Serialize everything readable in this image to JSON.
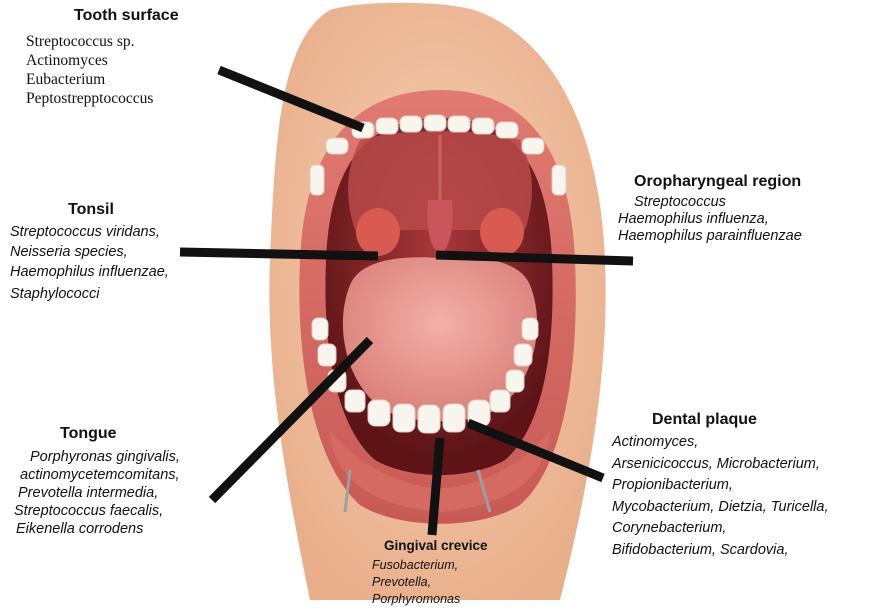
{
  "labels": {
    "tooth_surface": {
      "title": "Tooth surface",
      "items": [
        "Streptococcus sp.",
        "Actinomyces",
        "Eubacterium",
        "Peptostrepptococcus"
      ]
    },
    "tonsil": {
      "title": "Tonsil",
      "items": [
        "Streptococcus viridans,",
        "Neisseria species,",
        "Haemophilus influenzae,",
        "Staphylococci"
      ]
    },
    "oropharyngeal": {
      "title": "Oropharyngeal region",
      "items": [
        "Streptococcus",
        "Haemophilus influenza,",
        "Haemophilus parainfluenzae"
      ]
    },
    "tongue": {
      "title": "Tongue",
      "items": [
        "Porphyronas gingivalis,",
        "actinomycetemcomitans,",
        "Prevotella intermedia,",
        "Streptococcus faecalis,",
        "Eikenella corrodens"
      ]
    },
    "dental_plaque": {
      "title": "Dental plaque",
      "items": [
        "Actinomyces,",
        "Arsenicicoccus, Microbacterium,",
        "Propionibacterium,",
        "Mycobacterium, Dietzia, Turicella,",
        "Corynebacterium,",
        "Bifidobacterium, Scardovia,"
      ]
    },
    "gingival": {
      "title": "Gingival crevice",
      "items": [
        "Fusobacterium,",
        "Prevotella,",
        "Porphyromonas"
      ]
    }
  },
  "colors": {
    "skin": "#f3c4a4",
    "lip": "#d9706a",
    "mouth_dark": "#7a1f22",
    "tongue": "#e8958f",
    "teeth": "#f7f5ee",
    "pointer": "#111111"
  }
}
